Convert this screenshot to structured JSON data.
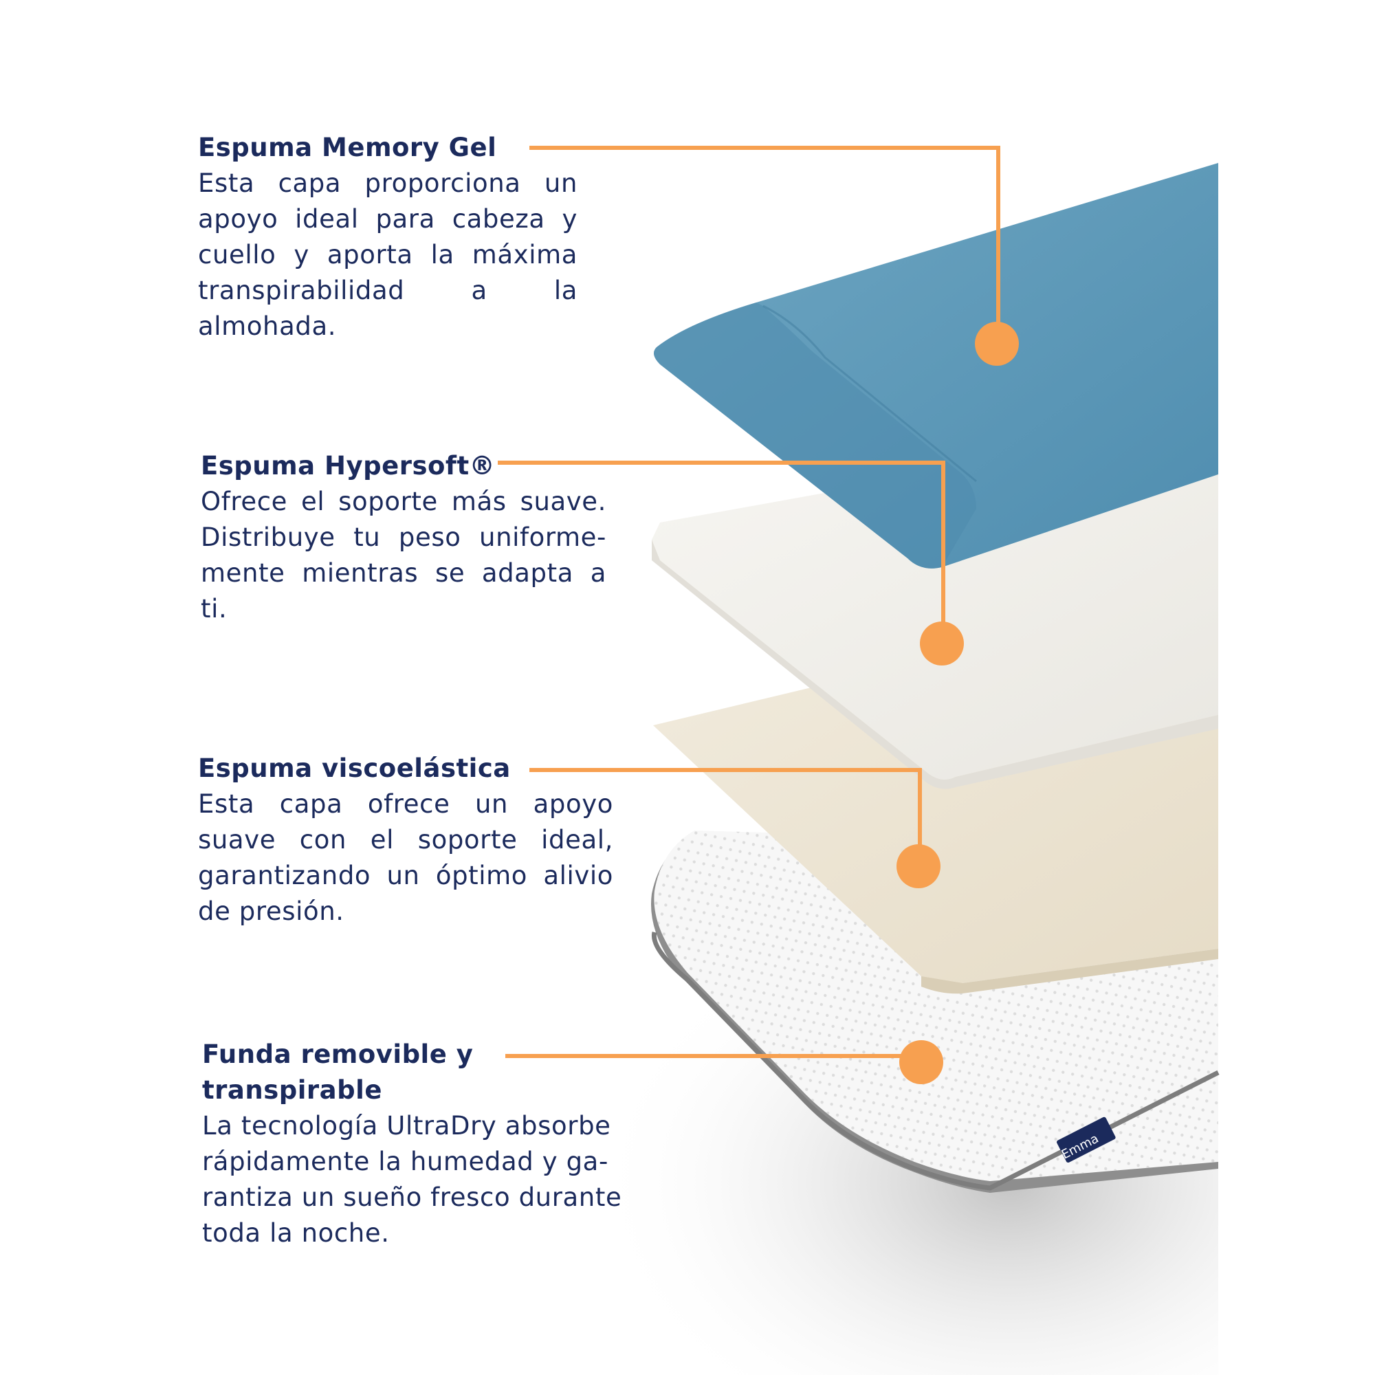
{
  "colors": {
    "text": "#1b2a5c",
    "callout": "#f7a050",
    "gel_layer": "#5a97b6",
    "hypersoft_layer": "#f1efea",
    "visco_layer": "#ece4d3",
    "cover": "#f6f6f6",
    "cover_piping": "#8c8c8c",
    "label": "#1b2a5c"
  },
  "layers": [
    {
      "title": "Espuma Memory Gel",
      "body": "Esta capa proporciona un apoyo ideal para cabeza y cuello y aporta la máxima transpirabilidad a la almohada."
    },
    {
      "title": "Espuma Hypersoft®",
      "body": "Ofrece el soporte más suave. Distribuye tu peso uniforme-mente mientras se adapta a ti."
    },
    {
      "title": "Espuma viscoelástica",
      "body": "Esta capa ofrece un apoyo suave con el soporte ideal, garantizando un óptimo alivio de presión."
    },
    {
      "title": "Funda removible y transpirable",
      "body": "La tecnología UltraDry absorbe rápidamente la humedad y ga-rantiza un sueño fresco durante toda la noche."
    }
  ],
  "brand_label": "Emma"
}
